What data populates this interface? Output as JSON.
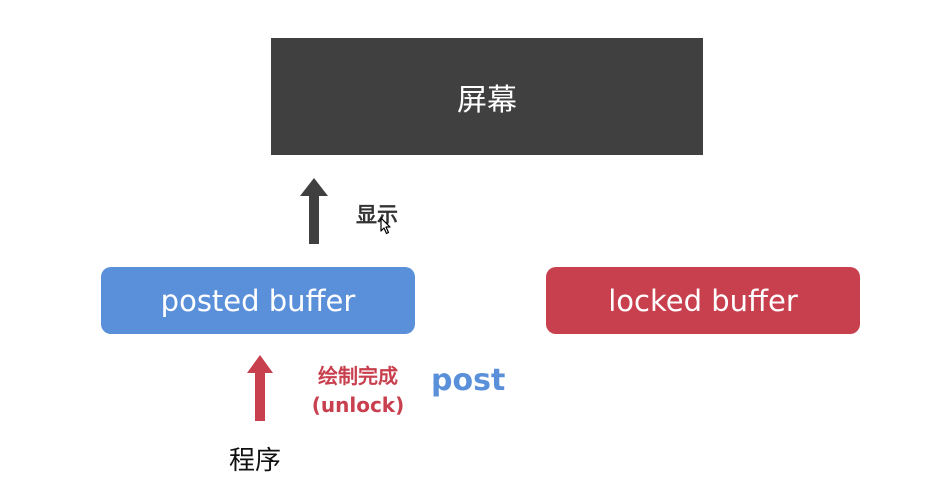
{
  "diagram": {
    "screen_label": "屏幕",
    "posted_buffer_label": "posted buffer",
    "locked_buffer_label": "locked buffer",
    "display_label": "显示",
    "draw_done_label": "绘制完成",
    "unlock_label": "(unlock)",
    "post_label": "post",
    "program_label": "程序"
  },
  "colors": {
    "screen_box": "#404040",
    "posted_buffer": "#5a8fd9",
    "locked_buffer": "#c8404e",
    "display_arrow": "#404040",
    "post_arrow": "#c8404e"
  },
  "icons": {
    "display_arrow": "arrow-up-icon",
    "post_arrow": "arrow-up-icon",
    "cursor": "mouse-pointer-icon"
  }
}
